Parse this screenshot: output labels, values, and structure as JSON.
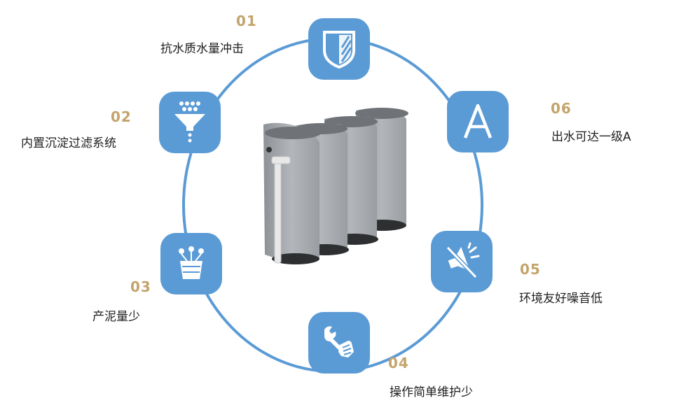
{
  "features": [
    {
      "num": "01",
      "text": "抗水质水量冲击",
      "icon": "shield-icon"
    },
    {
      "num": "02",
      "text": "内置沉淀过滤系统",
      "icon": "funnel-icon"
    },
    {
      "num": "03",
      "text": "产泥量少",
      "icon": "bucket-icon"
    },
    {
      "num": "04",
      "text": "操作简单维护少",
      "icon": "wrench-hand-icon"
    },
    {
      "num": "05",
      "text": "环境友好噪音低",
      "icon": "muted-speaker-icon"
    },
    {
      "num": "06",
      "text": "出水可达一级A",
      "icon": "letter-a-icon"
    }
  ],
  "colors": {
    "accent": "#5b9bd5",
    "number": "#c4a46c",
    "ring": "#5b9bd5"
  }
}
